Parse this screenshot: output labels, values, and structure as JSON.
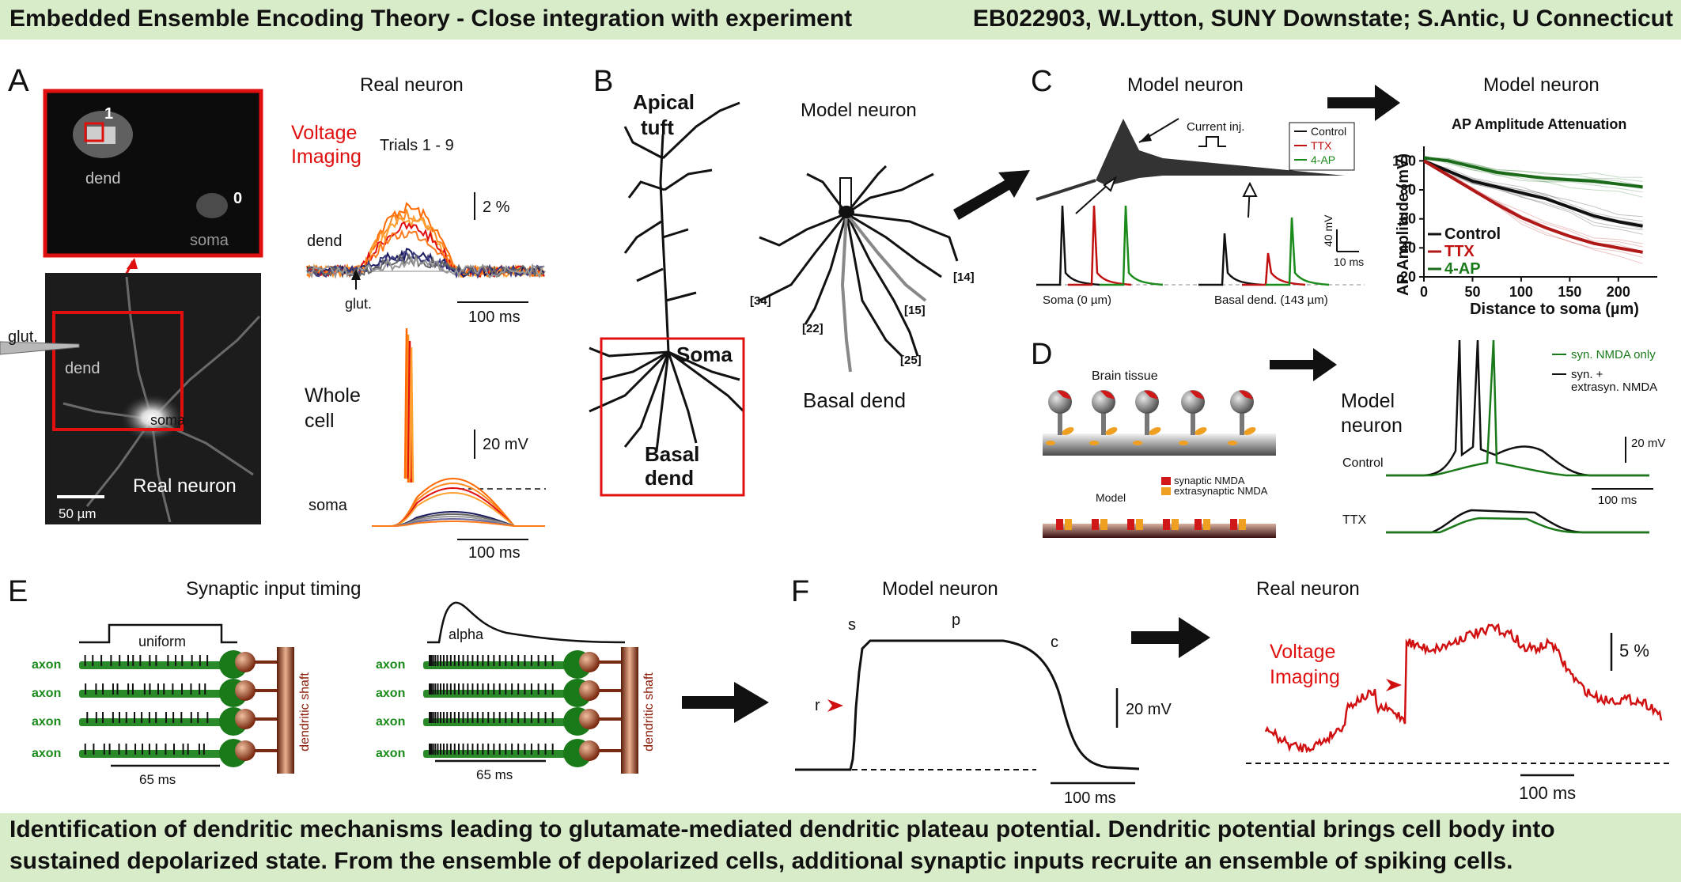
{
  "header": {
    "title": "Embedded Ensemble Encoding Theory - Close integration with experiment",
    "grant": "EB022903, W.Lytton, SUNY Downstate; S.Antic, U Connecticut"
  },
  "footer": {
    "line1": "Identification of dendritic mechanisms leading to glutamate-mediated dendritic plateau potential. Dendritic potential brings cell body into",
    "line2": "sustained depolarized state. From the ensemble of depolarized cells, additional synaptic inputs recruite an ensemble of spiking cells."
  },
  "colors": {
    "band": "#d8ecc9",
    "red": "#e01010",
    "green": "#1a7a1a",
    "brown": "#8b3a1a",
    "orange": "#ff7a1a"
  },
  "panelA": {
    "letter": "A",
    "inset_label_1": "1",
    "inset_label_0": "0",
    "inset_dend": "dend",
    "inset_soma": "soma",
    "glut_pipette": "glut.",
    "img_dend": "dend",
    "img_soma": "soma",
    "img_caption": "Real neuron",
    "img_scale": "50 µm",
    "title": "Real neuron",
    "vi_label_1": "Voltage",
    "vi_label_2": "Imaging",
    "trials": "Trials 1 - 9",
    "vi_scale": "2 %",
    "vi_dend": "dend",
    "vi_glut": "glut.",
    "vi_time": "100 ms",
    "wc_label_1": "Whole",
    "wc_label_2": "cell",
    "wc_scale": "20 mV",
    "wc_soma": "soma",
    "wc_time": "100 ms"
  },
  "panelB": {
    "letter": "B",
    "apical": "Apical",
    "tuft": "tuft",
    "soma": "Soma",
    "basal": "Basal",
    "dend": "dend",
    "model_title": "Model neuron",
    "basal_dend": "Basal dend",
    "branches": [
      "[14]",
      "[15]",
      "[22]",
      "[25]",
      "[34]"
    ]
  },
  "panelC": {
    "letter": "C",
    "title_left": "Model neuron",
    "title_right": "Model neuron",
    "current_inj": "Current inj.",
    "legend": [
      "Control",
      "TTX",
      "4-AP"
    ],
    "scale_v": "40 mV",
    "scale_t": "10 ms",
    "soma_label": "Soma (0 µm)",
    "basal_label": "Basal dend. (143 µm)"
  },
  "chart_data": {
    "type": "line",
    "title": "AP Amplitude Attenuation",
    "xlabel": "Distance to soma (µm)",
    "ylabel": "AP Amplitude (mV)",
    "xlim": [
      0,
      240
    ],
    "ylim": [
      20,
      110
    ],
    "xticks": [
      0,
      50,
      100,
      150,
      200
    ],
    "yticks": [
      20,
      40,
      60,
      80,
      100
    ],
    "legend_position": "lower-left",
    "series": [
      {
        "name": "Control",
        "color": "#111111",
        "x": [
          0,
          25,
          50,
          75,
          100,
          125,
          150,
          175,
          200,
          225
        ],
        "y": [
          100,
          93,
          86,
          82,
          78,
          74,
          68,
          62,
          58,
          55
        ]
      },
      {
        "name": "TTX",
        "color": "#b01818",
        "x": [
          0,
          25,
          50,
          75,
          100,
          125,
          150,
          175,
          200,
          225
        ],
        "y": [
          100,
          90,
          80,
          70,
          61,
          54,
          48,
          43,
          40,
          37
        ]
      },
      {
        "name": "4-AP",
        "color": "#1a6a1a",
        "x": [
          0,
          25,
          50,
          75,
          100,
          125,
          150,
          175,
          200,
          225
        ],
        "y": [
          102,
          100,
          96,
          92,
          90,
          88,
          87,
          86,
          84,
          82
        ]
      }
    ]
  },
  "panelD": {
    "letter": "D",
    "brain_tissue": "Brain tissue",
    "model": "Model",
    "syn_key": "synaptic NMDA",
    "extra_key": "extrasynaptic NMDA",
    "model_neuron_1": "Model",
    "model_neuron_2": "neuron",
    "legend_green": "syn. NMDA only",
    "legend_black_1": "syn. +",
    "legend_black_2": "extrasyn. NMDA",
    "control": "Control",
    "ttx": "TTX",
    "scale_v": "20 mV",
    "scale_t": "100 ms"
  },
  "panelE": {
    "letter": "E",
    "title": "Synaptic input timing",
    "uniform": "uniform",
    "alpha": "alpha",
    "axon": "axon",
    "shaft": "dendritic shaft",
    "time": "65 ms"
  },
  "panelF": {
    "letter": "F",
    "title_left": "Model neuron",
    "title_right": "Real neuron",
    "s": "s",
    "p": "p",
    "c": "c",
    "r": "r",
    "scale_v": "20 mV",
    "time_left": "100 ms",
    "vi_label_1": "Voltage",
    "vi_label_2": "Imaging",
    "scale_pct": "5 %",
    "time_right": "100 ms"
  }
}
